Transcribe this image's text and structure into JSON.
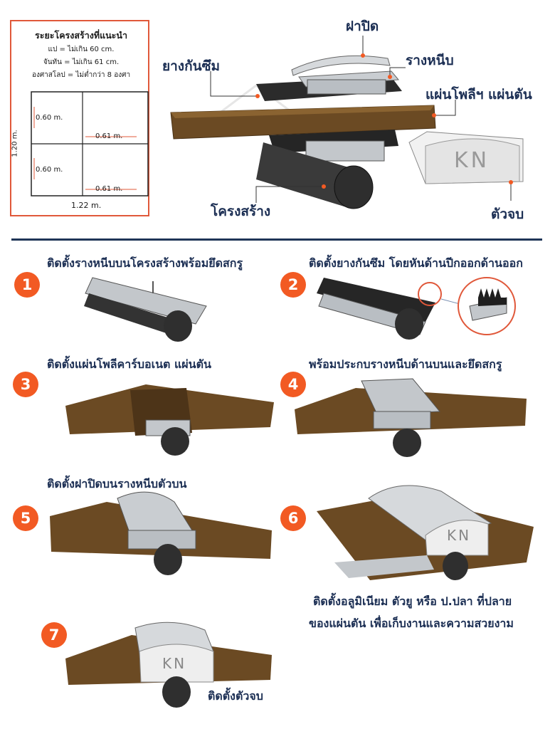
{
  "spec": {
    "title": "ระยะโครงสร้างที่แนะนำ",
    "line1": "แป = ไม่เกิน 60 cm.",
    "line2": "จันทัน = ไม่เกิน 61 cm.",
    "line3": "องศาสโลป = ไม่ต่ำกว่า 8 องศา",
    "dim_v1": "0.60 m.",
    "dim_v2": "0.60 m.",
    "dim_h1": "0.61 m.",
    "dim_h2": "0.61 m.",
    "total_height": "1.20 m.",
    "total_width": "1.22 m."
  },
  "parts": {
    "cap": "ฝาปิด",
    "gasket": "ยางกันซึม",
    "clamp": "รางหนีบ",
    "sheet": "แผ่นโพลีฯ แผ่นตัน",
    "structure": "โครงสร้าง",
    "endcap": "ตัวจบ",
    "logo": "KN"
  },
  "colors": {
    "accent": "#f25a23",
    "navy": "#1f3557",
    "sheet_brown": "#6b4a23",
    "aluminium": "#c9cdd1",
    "gasket_black": "#1f1f1f"
  },
  "steps": [
    {
      "num": "1",
      "text": "ติดตั้งรางหนีบบนโครงสร้างพร้อมยึดสกรู"
    },
    {
      "num": "2",
      "text": "ติดตั้งยางกันซึม โดยหันด้านปีกออกด้านออก"
    },
    {
      "num": "3",
      "text": "ติดตั้งแผ่นโพลีคาร์บอเนต แผ่นตัน"
    },
    {
      "num": "4",
      "text": "พร้อมประกบรางหนีบด้านบนและยึดสกรู"
    },
    {
      "num": "5",
      "text": "ติดตั้งฝาปิดบนรางหนีบตัวบน"
    },
    {
      "num": "6",
      "text_line1": "ติดตั้งอลูมิเนียม ตัวยู หรือ ป.ปลา ที่ปลาย",
      "text_line2": "ของแผ่นตัน เพื่อเก็บงานและความสวยงาม"
    },
    {
      "num": "7",
      "text": "ติดตั้งตัวจบ"
    }
  ]
}
